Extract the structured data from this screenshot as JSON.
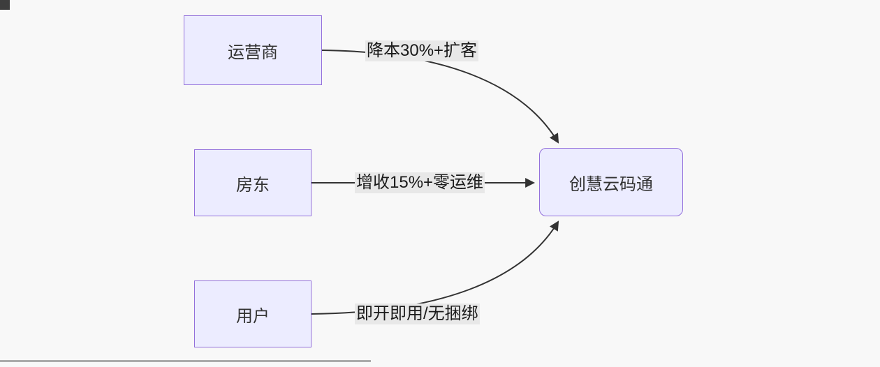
{
  "diagram": {
    "type": "flowchart",
    "direction": "left-to-right",
    "nodes": [
      {
        "id": "operator",
        "label": "运营商",
        "shape": "rect"
      },
      {
        "id": "landlord",
        "label": "房东",
        "shape": "rect"
      },
      {
        "id": "user",
        "label": "用户",
        "shape": "rect"
      },
      {
        "id": "platform",
        "label": "创慧云码通",
        "shape": "rounded-rect"
      }
    ],
    "edges": [
      {
        "from": "operator",
        "to": "platform",
        "label": "降本30%+扩客"
      },
      {
        "from": "landlord",
        "to": "platform",
        "label": "增收15%+零运维"
      },
      {
        "from": "user",
        "to": "platform",
        "label": "即开即用/无捆绑"
      }
    ],
    "colors": {
      "background": "#f8f8f8",
      "node_fill": "#ECECFF",
      "node_border": "#9370DB",
      "node_text": "#333333",
      "edge_stroke": "#333333",
      "edge_label_bg": "#e8e8e8",
      "edge_label_text": "#1a1a1a"
    }
  }
}
